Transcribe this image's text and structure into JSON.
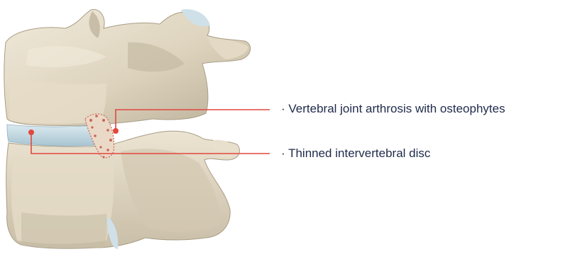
{
  "colors": {
    "background": "#ffffff",
    "bone_light": "#e9e1cf",
    "bone_mid": "#d9cfb8",
    "bone_shadow": "#b9ae97",
    "bone_deep": "#9f947e",
    "disc": "#c9dde6",
    "disc_shadow": "#9fbccb",
    "osteophyte": "#c9655a",
    "leader_line": "#e2473f",
    "text": "#1f2a4a"
  },
  "labels": [
    {
      "id": "arthrosis",
      "text": "· Vertebral joint arthrosis with osteophytes"
    },
    {
      "id": "disc",
      "text": "· Thinned intervertebral disc"
    }
  ],
  "icons": {
    "marker": "dot-marker-icon",
    "spine": "lumbar-vertebrae-illustration"
  }
}
